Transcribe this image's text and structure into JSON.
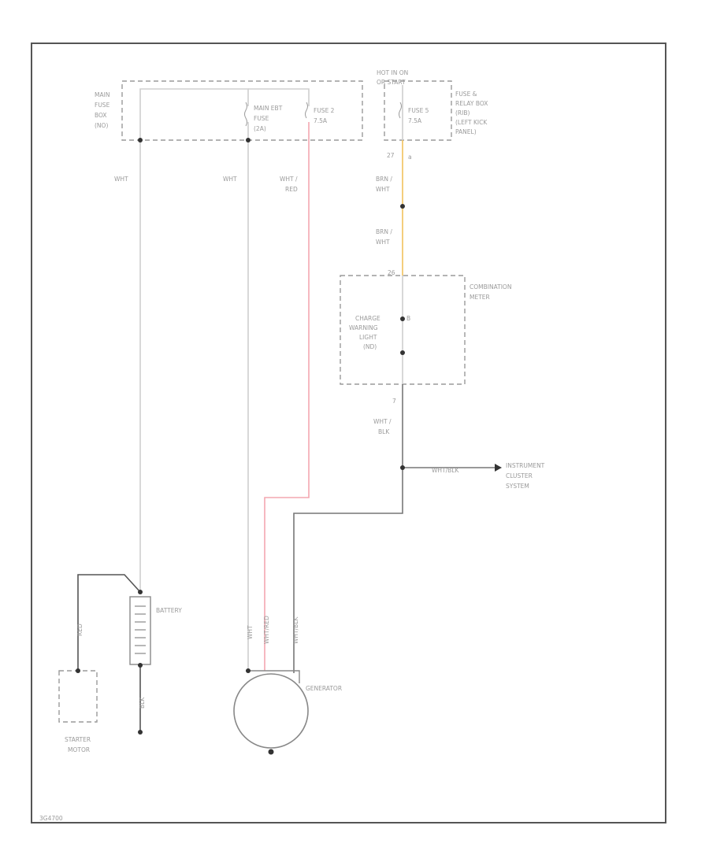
{
  "colors": {
    "frame": "#555555",
    "wire": "#cfcfcf",
    "wire_dark": "#777777",
    "wire_red": "#f3a7b0",
    "wire_yellow": "#f1c15c",
    "text": "#9a9a9a"
  },
  "labels": {
    "main_fuse_box": [
      "MAIN",
      "FUSE",
      "BOX",
      "(NO)"
    ],
    "main_eps_fuse": [
      "MAIN EBT",
      "FUSE",
      "(2A)"
    ],
    "fuse2": [
      "FUSE 2",
      "7.5A"
    ],
    "hot_in_on": [
      "HOT IN ON",
      "OR START"
    ],
    "fuse5": [
      "FUSE 5",
      "7.5A"
    ],
    "fuse_relay_box": [
      "FUSE &",
      "RELAY BOX",
      "(RIB)",
      "(LEFT KICK",
      "PANEL)"
    ],
    "pin_a": "a",
    "pin_27": "27",
    "wire_wht_1": "WHT",
    "wire_wht_2": "WHT",
    "wire_wht_red": [
      "WHT /",
      "RED"
    ],
    "wire_brn_wht_1": [
      "BRN /",
      "WHT"
    ],
    "wire_brn_wht_2": [
      "BRN /",
      "WHT"
    ],
    "pin_26": "26",
    "combination_meter": [
      "COMBINATION",
      "METER"
    ],
    "charge_warning_light": [
      "CHARGE",
      "WARNING",
      "LIGHT",
      "(ND)"
    ],
    "pin_b": "B",
    "pin_7": "7",
    "wire_wht_blk": [
      "WHT /",
      "BLK"
    ],
    "wire_wht_blk_h": "WHT/BLK",
    "instrument_cluster": [
      "INSTRUMENT",
      "CLUSTER",
      "SYSTEM"
    ],
    "battery": "BATTERY",
    "red_wire": "RED",
    "blk_wire": "BLK",
    "gen_wht": "WHT",
    "gen_wht_red": "WHT/RED",
    "gen_wht_blk": "WHT/BLK",
    "starter_motor": [
      "STARTER",
      "MOTOR"
    ],
    "generator": "GENERATOR",
    "diagram_id": "3G4700"
  }
}
